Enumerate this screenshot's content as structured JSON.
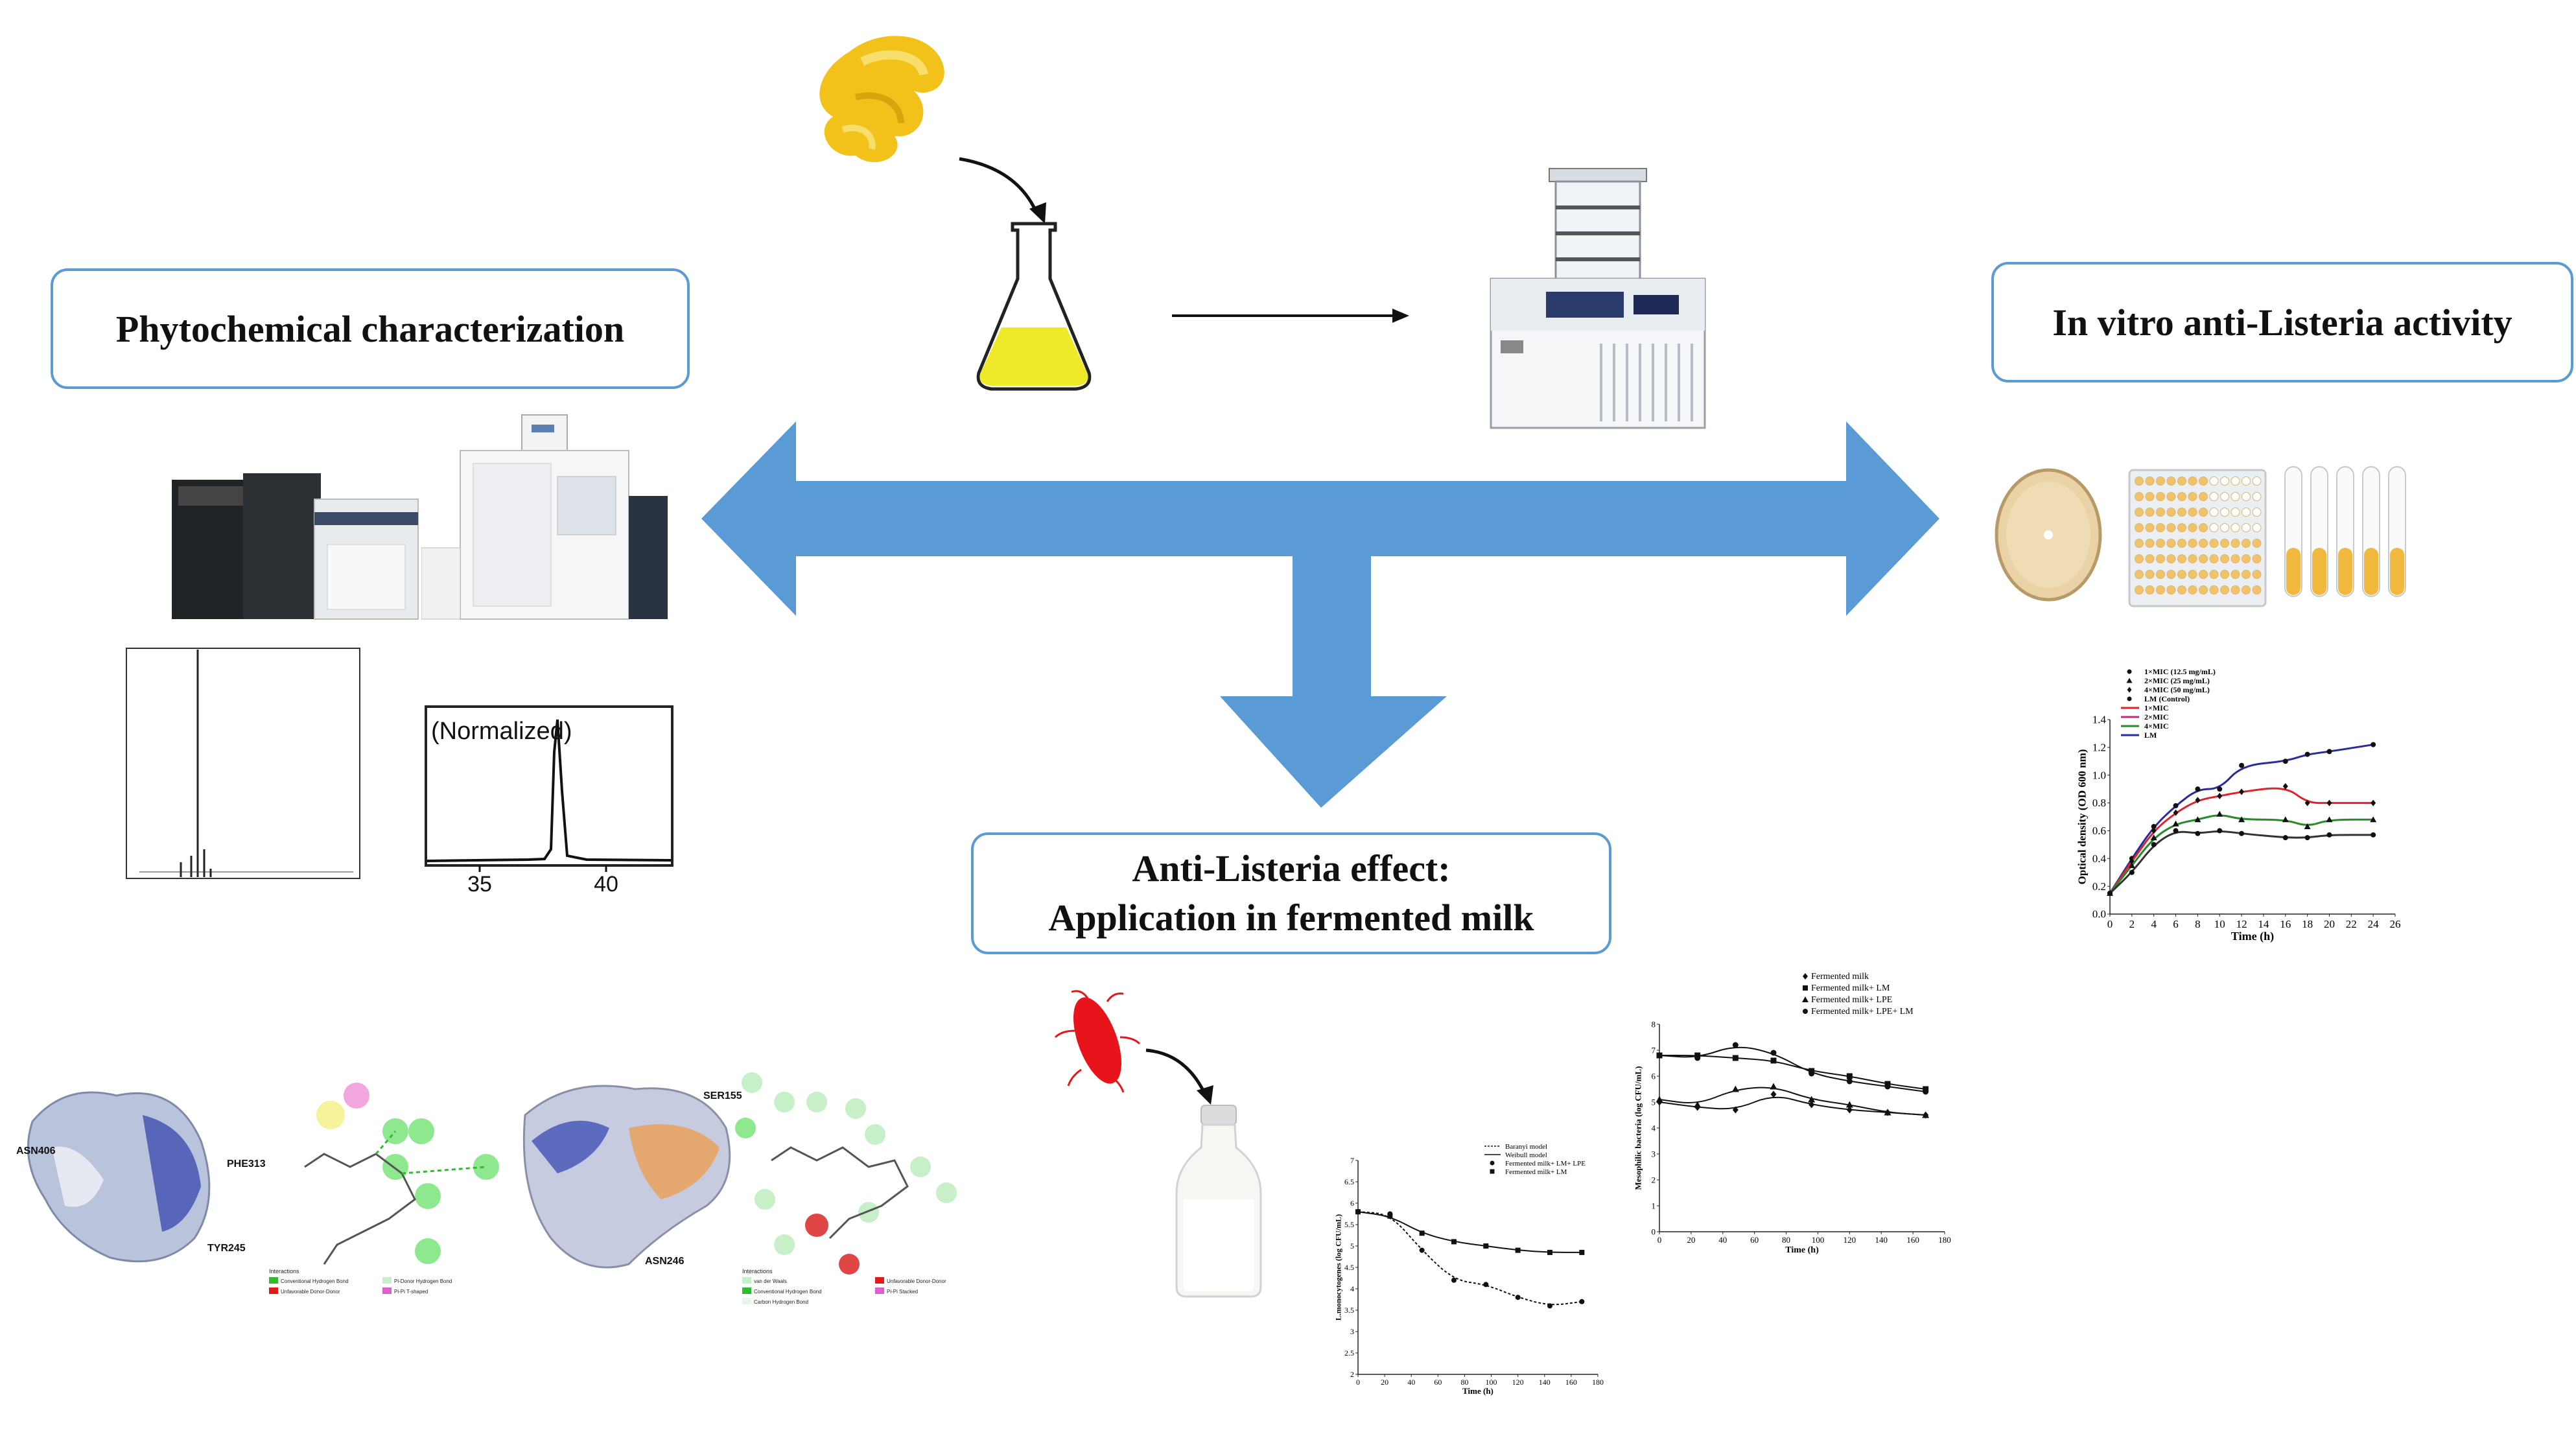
{
  "boxes": {
    "phytochemical": "Phytochemical characterization",
    "invitro": "In vitro anti-Listeria activity",
    "anti_line1": "Anti-Listeria effect:",
    "anti_line2": "Application in fermented milk"
  },
  "colors": {
    "arrow": "#5b9bd5",
    "box_border": "#5b9bd5",
    "lemon": "#f2c21b",
    "flask_liquid": "#eeea2a",
    "bacterium": "#e8141b"
  },
  "icons": [
    "lemon-peel-icon",
    "flask-icon",
    "freeze-dryer-icon",
    "hplc-instrument-icon",
    "gcms-instrument-icon",
    "petri-dish-icon",
    "well-plate-icon",
    "test-tubes-icon",
    "bacterium-icon",
    "milk-bottle-icon"
  ],
  "chromatogram2": {
    "label": "(Normalized)",
    "ticks": [
      "35",
      "40"
    ]
  },
  "invitro_chart": {
    "type": "scatter",
    "title": "",
    "xlabel": "Time (h)",
    "ylabel": "Optical density (OD 600 nm)",
    "xlim": [
      0,
      26
    ],
    "ylim": [
      0,
      1.4
    ],
    "xticks": [
      "0",
      "2",
      "4",
      "6",
      "8",
      "10",
      "12",
      "14",
      "16",
      "18",
      "20",
      "22",
      "24",
      "26"
    ],
    "yticks": [
      "0.0",
      "0.2",
      "0.4",
      "0.6",
      "0.8",
      "1.0",
      "1.2",
      "1.4"
    ],
    "legend_position": "top-left",
    "legend": [
      "1×MIC (12.5 mg/mL)",
      "2×MIC (25 mg/mL)",
      "4×MIC (50 mg/mL)",
      "LM (Control)",
      "1×MIC",
      "2×MIC",
      "4×MIC",
      "LM"
    ],
    "series": [
      {
        "name": "LM (Control)",
        "color": "#2b2b9c",
        "x": [
          0,
          2,
          4,
          6,
          8,
          10,
          12,
          16,
          18,
          20,
          24
        ],
        "y": [
          0.15,
          0.4,
          0.63,
          0.78,
          0.9,
          0.9,
          1.07,
          1.1,
          1.15,
          1.17,
          1.22
        ]
      },
      {
        "name": "1×MIC (12.5 mg/mL)",
        "color": "#e0232b",
        "x": [
          0,
          2,
          4,
          6,
          8,
          10,
          12,
          16,
          18,
          20,
          24
        ],
        "y": [
          0.15,
          0.38,
          0.6,
          0.73,
          0.82,
          0.85,
          0.88,
          0.92,
          0.8,
          0.8,
          0.8
        ]
      },
      {
        "name": "2×MIC (25 mg/mL)",
        "color": "#2a8a2a",
        "x": [
          0,
          2,
          4,
          6,
          8,
          10,
          12,
          16,
          18,
          20,
          24
        ],
        "y": [
          0.15,
          0.35,
          0.55,
          0.65,
          0.68,
          0.72,
          0.68,
          0.68,
          0.63,
          0.68,
          0.68
        ]
      },
      {
        "name": "4×MIC (50 mg/mL)",
        "color": "#333333",
        "x": [
          0,
          2,
          4,
          6,
          8,
          10,
          12,
          16,
          18,
          20,
          24
        ],
        "y": [
          0.15,
          0.3,
          0.5,
          0.6,
          0.58,
          0.6,
          0.58,
          0.55,
          0.55,
          0.57,
          0.57
        ]
      }
    ]
  },
  "lm_chart": {
    "type": "scatter",
    "title": "",
    "xlabel": "Time (h)",
    "ylabel": "L.monocytogenes (log CFU/mL)",
    "xlim": [
      0,
      180
    ],
    "ylim": [
      2,
      7
    ],
    "xticks": [
      "0",
      "20",
      "40",
      "60",
      "80",
      "100",
      "120",
      "140",
      "160",
      "180"
    ],
    "yticks": [
      "2",
      "2.5",
      "3",
      "3.5",
      "4",
      "4.5",
      "5",
      "5.5",
      "6",
      "6.5",
      "7"
    ],
    "legend_position": "top-right",
    "legend": [
      "Baranyi model",
      "Weibull model",
      "Fermented milk+ LM+ LPE",
      "Fermented milk+ LM"
    ],
    "series": [
      {
        "name": "Fermented milk+ LM",
        "x": [
          0,
          24,
          48,
          72,
          96,
          120,
          144,
          168
        ],
        "y": [
          5.8,
          5.7,
          5.3,
          5.1,
          5.0,
          4.9,
          4.85,
          4.85
        ]
      },
      {
        "name": "Fermented milk+ LM+ LPE",
        "x": [
          0,
          24,
          48,
          72,
          96,
          120,
          144,
          168
        ],
        "y": [
          5.8,
          5.75,
          4.9,
          4.2,
          4.1,
          3.8,
          3.6,
          3.7
        ]
      }
    ]
  },
  "meso_chart": {
    "type": "scatter",
    "title": "",
    "xlabel": "Time (h)",
    "ylabel": "Mesophilic bacteria (log CFU/mL)",
    "xlim": [
      0,
      180
    ],
    "ylim": [
      0,
      8
    ],
    "xticks": [
      "0",
      "20",
      "40",
      "60",
      "80",
      "100",
      "120",
      "140",
      "160",
      "180"
    ],
    "yticks": [
      "0",
      "1",
      "2",
      "3",
      "4",
      "5",
      "6",
      "7",
      "8"
    ],
    "legend_position": "top-right",
    "legend": [
      "Fermented milk",
      "Fermented milk+ LM",
      "Fermented milk+ LPE",
      "Fermented milk+ LPE+ LM"
    ],
    "series": [
      {
        "name": "Fermented milk",
        "x": [
          0,
          24,
          48,
          72,
          96,
          120,
          144,
          168
        ],
        "y": [
          5.0,
          4.8,
          4.7,
          5.3,
          4.9,
          4.7,
          4.6,
          4.5
        ]
      },
      {
        "name": "Fermented milk+ LM",
        "x": [
          0,
          24,
          48,
          72,
          96,
          120,
          144,
          168
        ],
        "y": [
          6.8,
          6.8,
          6.7,
          6.6,
          6.2,
          6.0,
          5.7,
          5.5
        ]
      },
      {
        "name": "Fermented milk+ LPE",
        "x": [
          0,
          24,
          48,
          72,
          96,
          120,
          144,
          168
        ],
        "y": [
          5.1,
          4.9,
          5.5,
          5.6,
          5.1,
          4.9,
          4.6,
          4.5
        ]
      },
      {
        "name": "Fermented milk+ LPE+ LM",
        "x": [
          0,
          24,
          48,
          72,
          96,
          120,
          144,
          168
        ],
        "y": [
          6.8,
          6.7,
          7.2,
          6.9,
          6.1,
          5.8,
          5.6,
          5.4
        ]
      }
    ]
  },
  "docking": {
    "labels1": [
      "ASN406",
      "PHE313",
      "TYR245"
    ],
    "labels2": [
      "SER155",
      "ASN246"
    ],
    "legend_title": "Interactions",
    "legend1": [
      "Conventional Hydrogen Bond",
      "Unfavorable Donor-Donor",
      "Pi-Donor Hydrogen Bond",
      "Pi-Pi T-shaped"
    ],
    "legend2": [
      "van der Waals",
      "Conventional Hydrogen Bond",
      "Carbon Hydrogen Bond",
      "Unfavorable Donor-Donor",
      "Pi-Pi Stacked"
    ]
  }
}
